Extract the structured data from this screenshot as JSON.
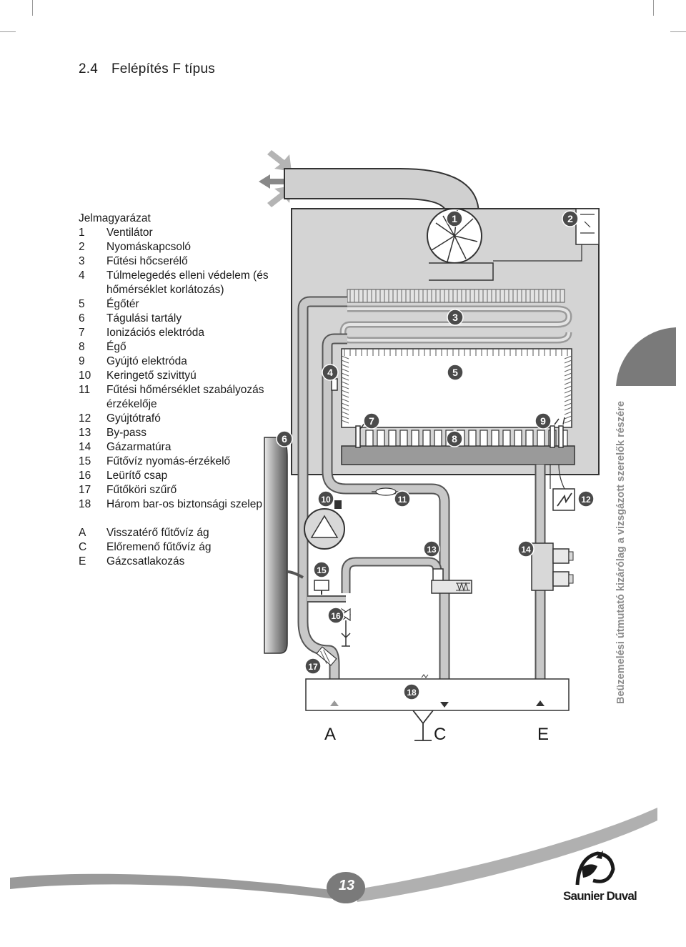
{
  "heading": {
    "number": "2.4",
    "text": "Felépítés F típus"
  },
  "legend": {
    "title": "Jelmagyarázat",
    "items": [
      {
        "key": "1",
        "text": "Ventilátor"
      },
      {
        "key": "2",
        "text": "Nyomáskapcsoló"
      },
      {
        "key": "3",
        "text": "Fűtési hőcserélő"
      },
      {
        "key": "4",
        "text": "Túlmelegedés elleni védelem (és hőmérséklet korlátozás)"
      },
      {
        "key": "5",
        "text": "Égőtér"
      },
      {
        "key": "6",
        "text": "Tágulási tartály"
      },
      {
        "key": "7",
        "text": "Ionizációs elektróda"
      },
      {
        "key": "8",
        "text": "Égő"
      },
      {
        "key": "9",
        "text": "Gyújtó elektróda"
      },
      {
        "key": "10",
        "text": "Keringető szivittyú"
      },
      {
        "key": "11",
        "text": "Fűtési hőmérséklet szabályozás érzékelője"
      },
      {
        "key": "12",
        "text": "Gyújtótrafó"
      },
      {
        "key": "13",
        "text": "By-pass"
      },
      {
        "key": "14",
        "text": "Gázarmatúra"
      },
      {
        "key": "15",
        "text": "Fűtővíz nyomás-érzékelő"
      },
      {
        "key": "16",
        "text": "Leürítő csap"
      },
      {
        "key": "17",
        "text": "Fűtőköri szűrő"
      },
      {
        "key": "18",
        "text": "Három bar-os biztonsági szelep"
      }
    ],
    "connections": [
      {
        "key": "A",
        "text": "Visszatérő fűtővíz ág"
      },
      {
        "key": "C",
        "text": "Előremenő fűtővíz ág"
      },
      {
        "key": "E",
        "text": "Gázcsatlakozás"
      }
    ]
  },
  "diagram": {
    "callouts": [
      "1",
      "2",
      "3",
      "4",
      "5",
      "6",
      "7",
      "8",
      "9",
      "10",
      "11",
      "12",
      "13",
      "14",
      "15",
      "16",
      "17",
      "18"
    ],
    "connection_labels": {
      "a": "A",
      "c": "C",
      "e": "E"
    }
  },
  "side_text": "Beüzemelési útmutató kizárólag a vizsgázott szerelők részére",
  "page_number": "13",
  "brand": "Saunier Duval",
  "colors": {
    "casing": "#d4d4d4",
    "pipe": "#b5b5b5",
    "callout": "#4a4a4a",
    "tab": "#7a7a7a",
    "text": "#1a1a1a"
  }
}
